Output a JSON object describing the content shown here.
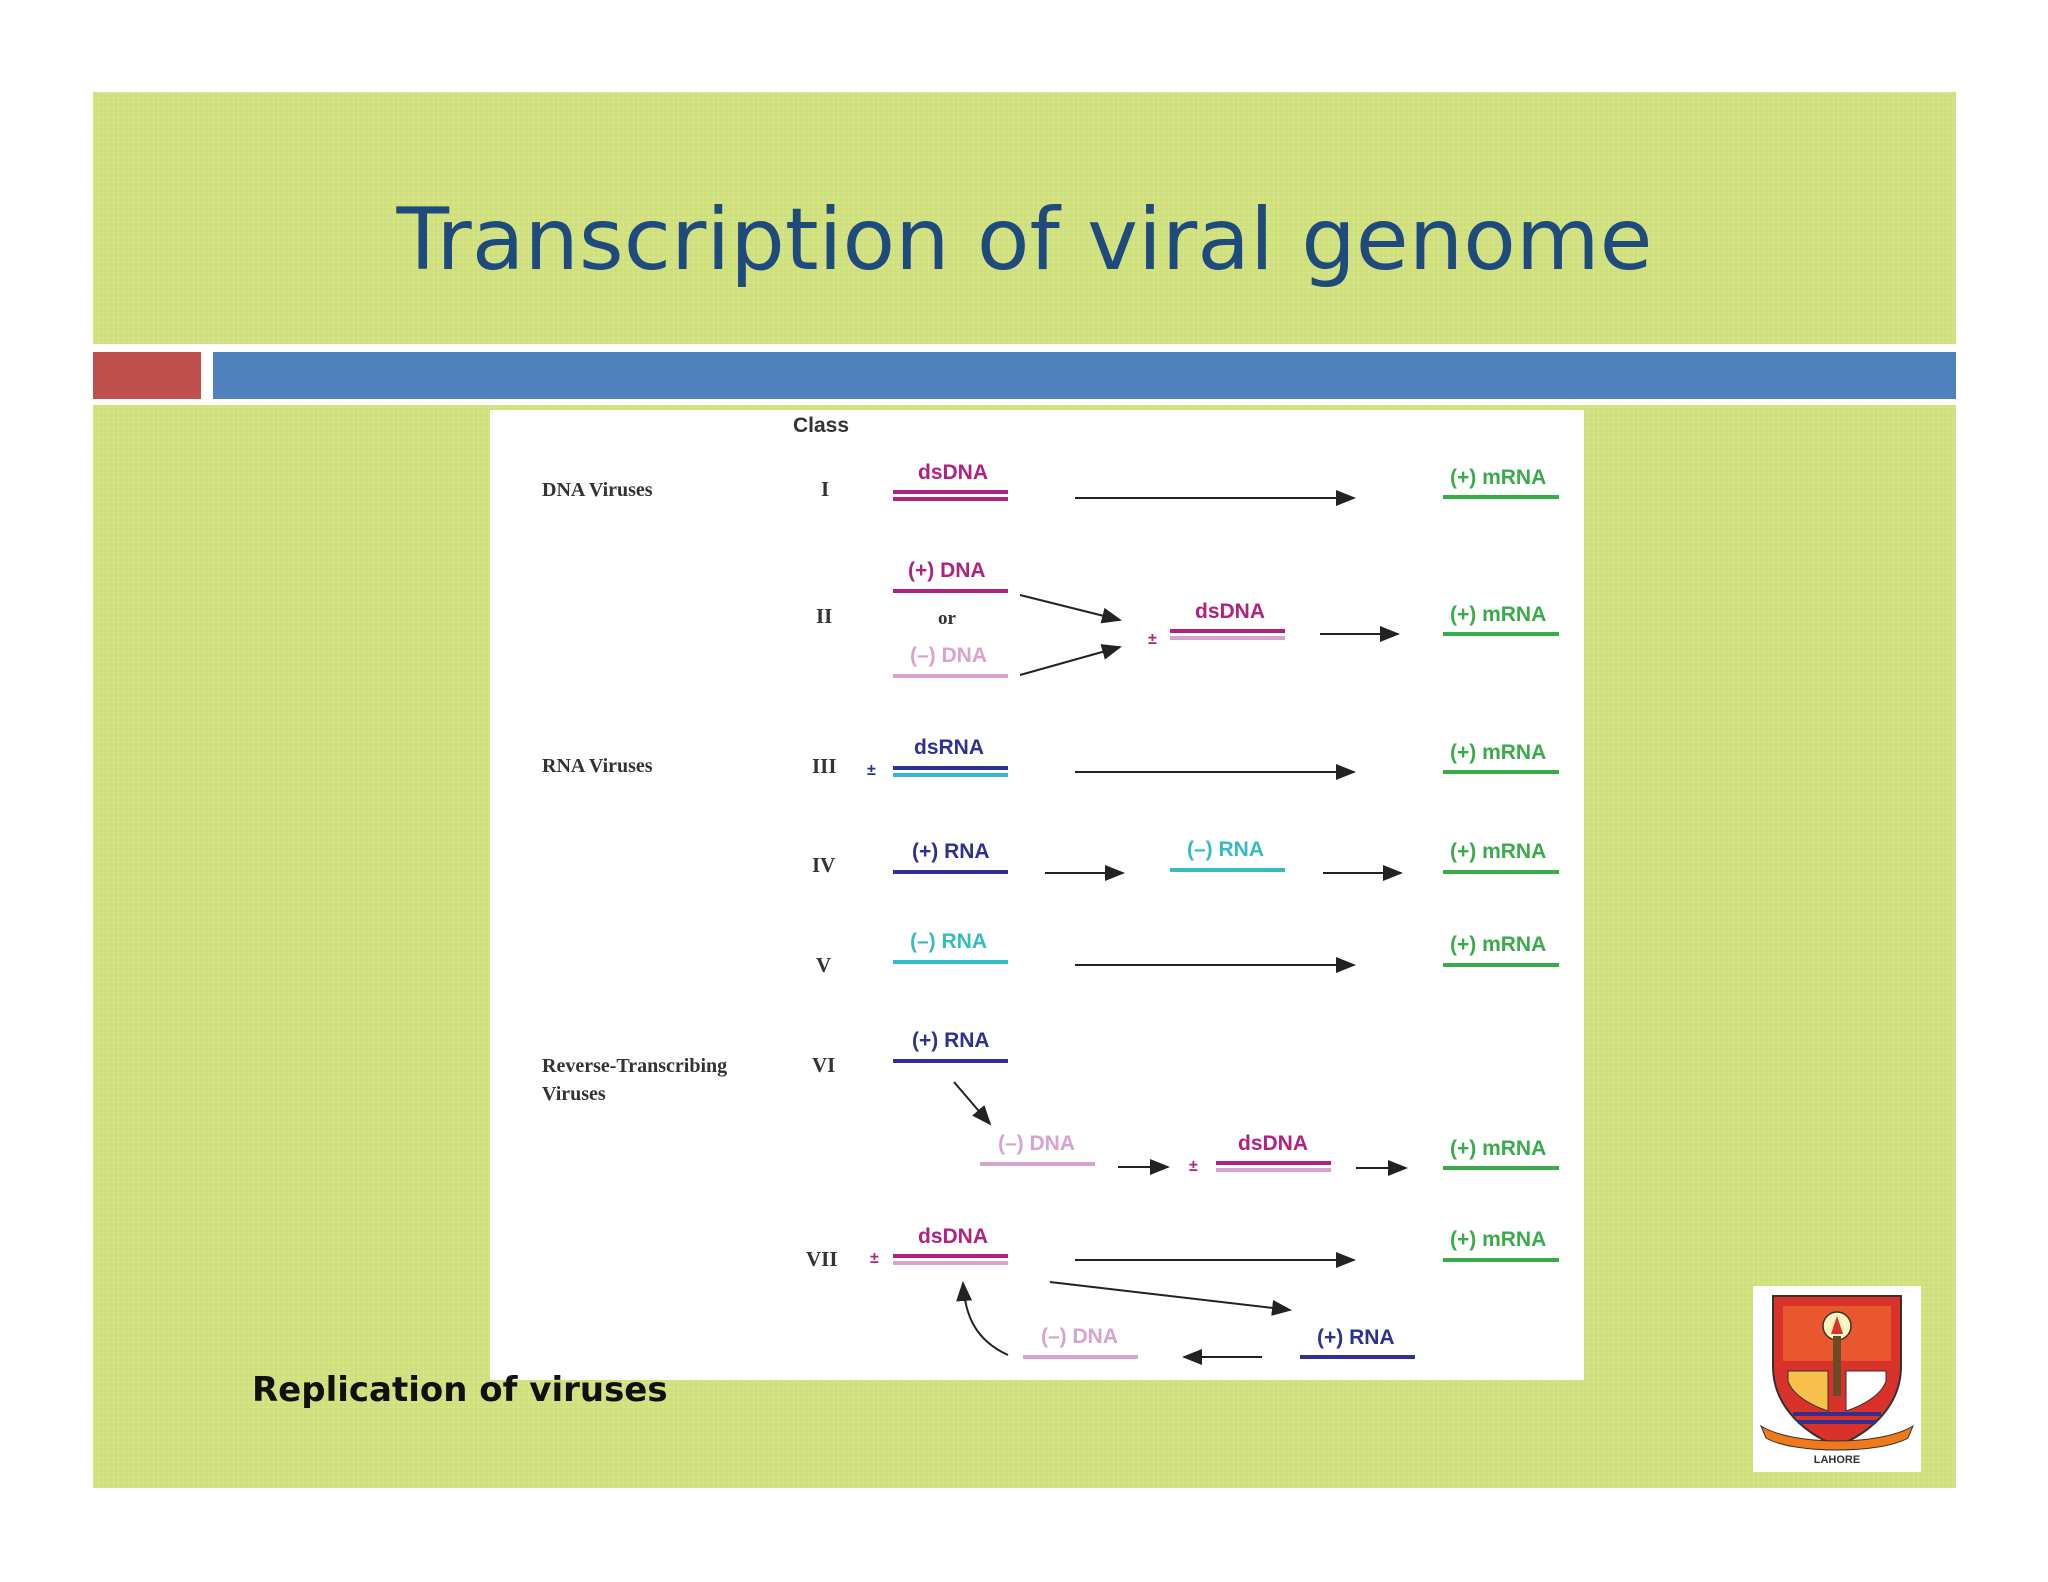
{
  "slide": {
    "title": "Transcription of viral genome",
    "caption": "Replication of viruses",
    "logo_text": "LAHORE"
  },
  "diagram": {
    "class_header": "Class",
    "groups": {
      "dna": "DNA Viruses",
      "rna": "RNA Viruses",
      "rt_line1": "Reverse-Transcribing",
      "rt_line2": "Viruses"
    },
    "classes": [
      "I",
      "II",
      "III",
      "IV",
      "V",
      "VI",
      "VII"
    ],
    "labels": {
      "dsDNA": "dsDNA",
      "pos_DNA": "(+) DNA",
      "neg_DNA": "(–) DNA",
      "or": "or",
      "dsRNA": "dsRNA",
      "pos_RNA": "(+) RNA",
      "neg_RNA": "(–) RNA",
      "mRNA": "(+) mRNA",
      "plus_minus": "±"
    },
    "colors": {
      "dsDNA": "#b0227f",
      "neg_DNA": "#d9a3cf",
      "dsRNA": "#2e3192",
      "neg_RNA": "#35bcc2",
      "mRNA": "#3aab4b",
      "arrow": "#222222"
    }
  }
}
